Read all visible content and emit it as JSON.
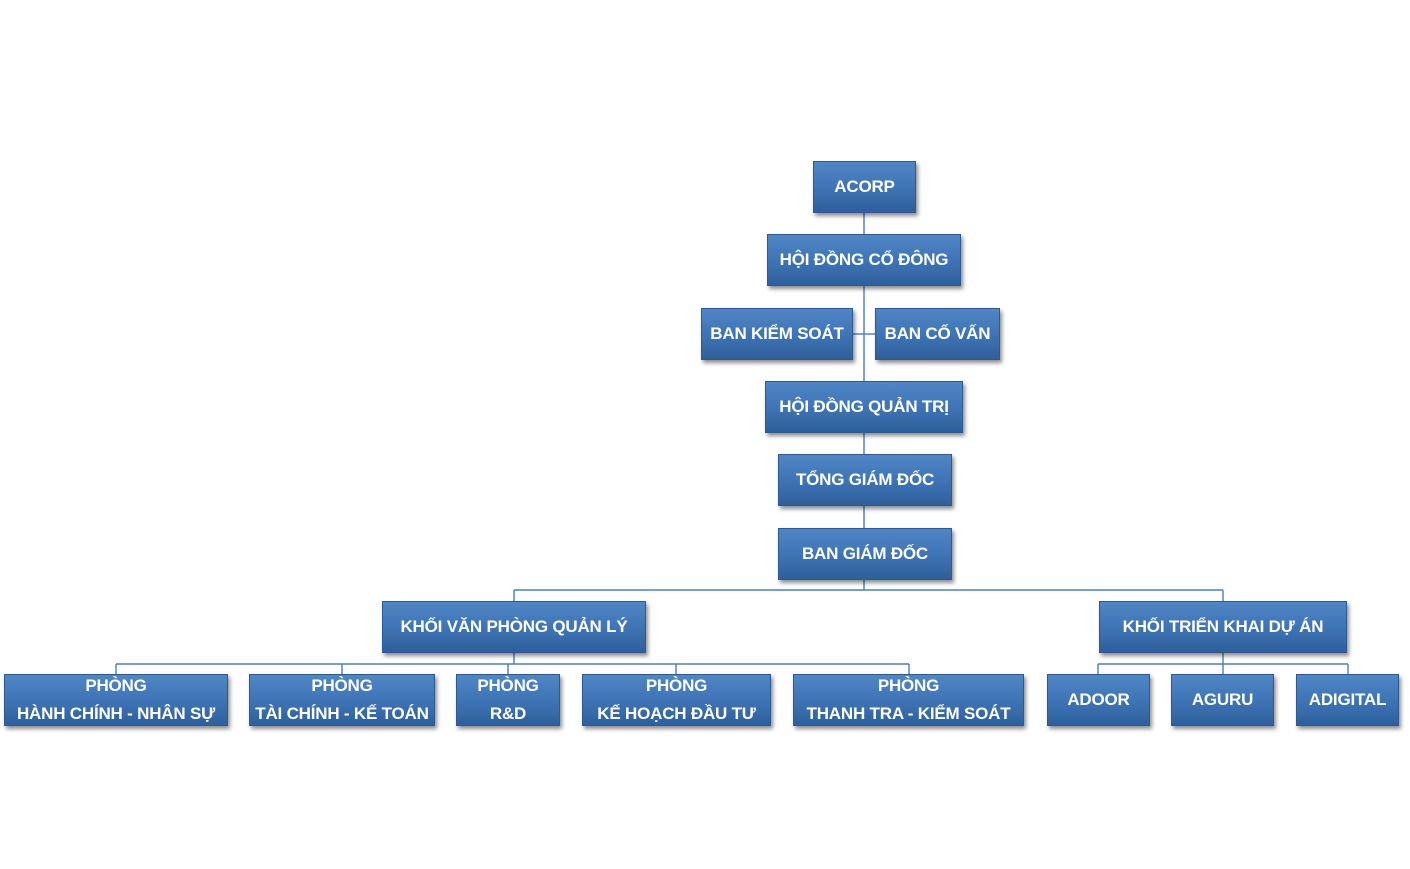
{
  "accent_color": "#3f75b6",
  "line_color": "#4a7ebb",
  "nodes": {
    "acorp": "ACORP",
    "shareholders_council": "HỘI ĐỒNG CỔ ĐÔNG",
    "supervisory_board": "BAN KIỂM SOÁT",
    "advisory_board": "BAN CỐ VẤN",
    "board_of_directors": "HỘI ĐỒNG QUẢN TRỊ",
    "general_director": "TỔNG GIÁM ĐỐC",
    "executive_board": "BAN GIÁM ĐỐC",
    "admin_office_block": "KHỐI VĂN PHÒNG QUẢN LÝ",
    "project_block": "KHỐI TRIỂN KHAI DỰ ÁN",
    "hr_admin_dept": "PHÒNG\nHÀNH CHÍNH - NHÂN SỰ",
    "finance_dept": "PHÒNG\nTÀI CHÍNH - KẾ TOÁN",
    "rnd_dept": "PHÒNG R&D",
    "planning_dept": "PHÒNG\nKẾ HOẠCH ĐẦU TƯ",
    "inspection_dept": "PHÒNG\nTHANH TRA - KIỂM SOÁT",
    "adoor": "ADOOR",
    "aguru": "AGURU",
    "adigital": "ADIGITAL"
  }
}
